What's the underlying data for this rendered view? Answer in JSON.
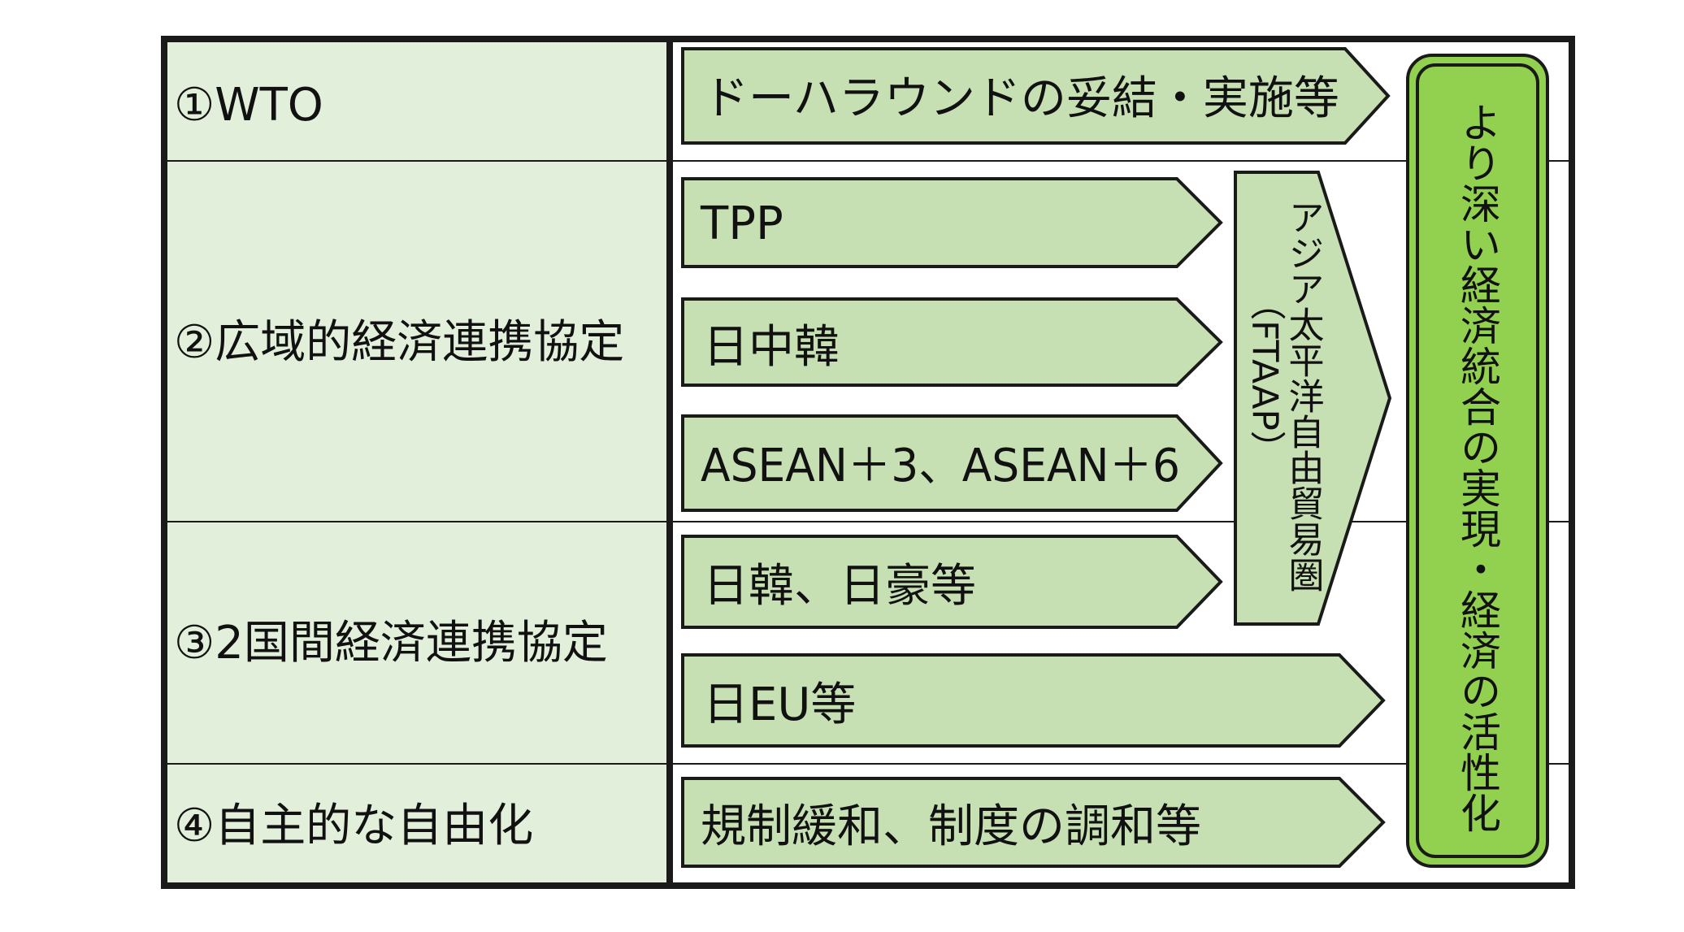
{
  "colors": {
    "left_fill": "#e2efda",
    "arrow_fill": "#c6e0b4",
    "goal_fill": "#92d050",
    "border": "#1a1a1a"
  },
  "categories": [
    {
      "label": "①WTO"
    },
    {
      "label": "②広域的経済連携協定"
    },
    {
      "label": "③2国間経済連携協定"
    },
    {
      "label": "④自主的な自由化"
    }
  ],
  "arrows": {
    "doha": "ドーハラウンドの妥結・実施等",
    "tpp": "TPP",
    "cjk": "日中韓",
    "asean": "ASEAN＋3、ASEAN＋6",
    "jpkr_au": "日韓、日豪等",
    "jp_eu": "日EU等",
    "regulation": "規制緩和、制度の調和等"
  },
  "ftaap": {
    "main": "アジア太平洋自由貿易圏",
    "abbr": "（FTAAP）"
  },
  "goal": {
    "text": "より深い経済統合の実現・経済の活性化"
  }
}
